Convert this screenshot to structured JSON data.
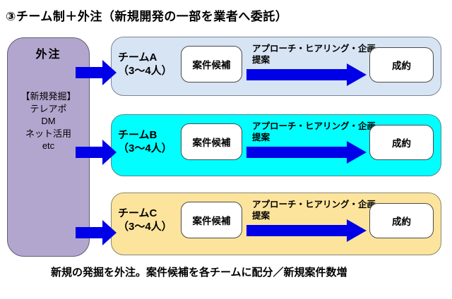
{
  "title": "③チーム制＋外注（新規開発の一部を業者へ委託）",
  "outsourcing": {
    "title": "外注",
    "items": [
      "【新規発掘】",
      "テレアポ",
      "DM",
      "ネット活用",
      "etc"
    ],
    "fill": "#b3a6ce",
    "border": "#5f5f73"
  },
  "teams": [
    {
      "name": "チームA",
      "members": "（3～4人）",
      "candidate": "案件候補",
      "process_line1": "アプローチ・ヒアリング・企画",
      "process_line2": "提案",
      "result": "成約",
      "fill": "#d6e4f3",
      "border": "#7d8696"
    },
    {
      "name": "チームB",
      "members": "（3～4人）",
      "candidate": "案件候補",
      "process_line1": "アプローチ・ヒアリング・企画",
      "process_line2": "提案",
      "result": "成約",
      "fill": "#00ffff",
      "border": "#5f8585"
    },
    {
      "name": "チームC",
      "members": "（3～4人）",
      "candidate": "案件候補",
      "process_line1": "アプローチ・ヒアリング・企画",
      "process_line2": "提案",
      "result": "成約",
      "fill": "#fce49c",
      "border": "#8a8574"
    }
  ],
  "caption": "新規の発掘を外注。案件候補を各チームに配分／新規案件数増",
  "colors": {
    "arrow": "#0000e8",
    "text": "#000000",
    "background": "#ffffff"
  }
}
